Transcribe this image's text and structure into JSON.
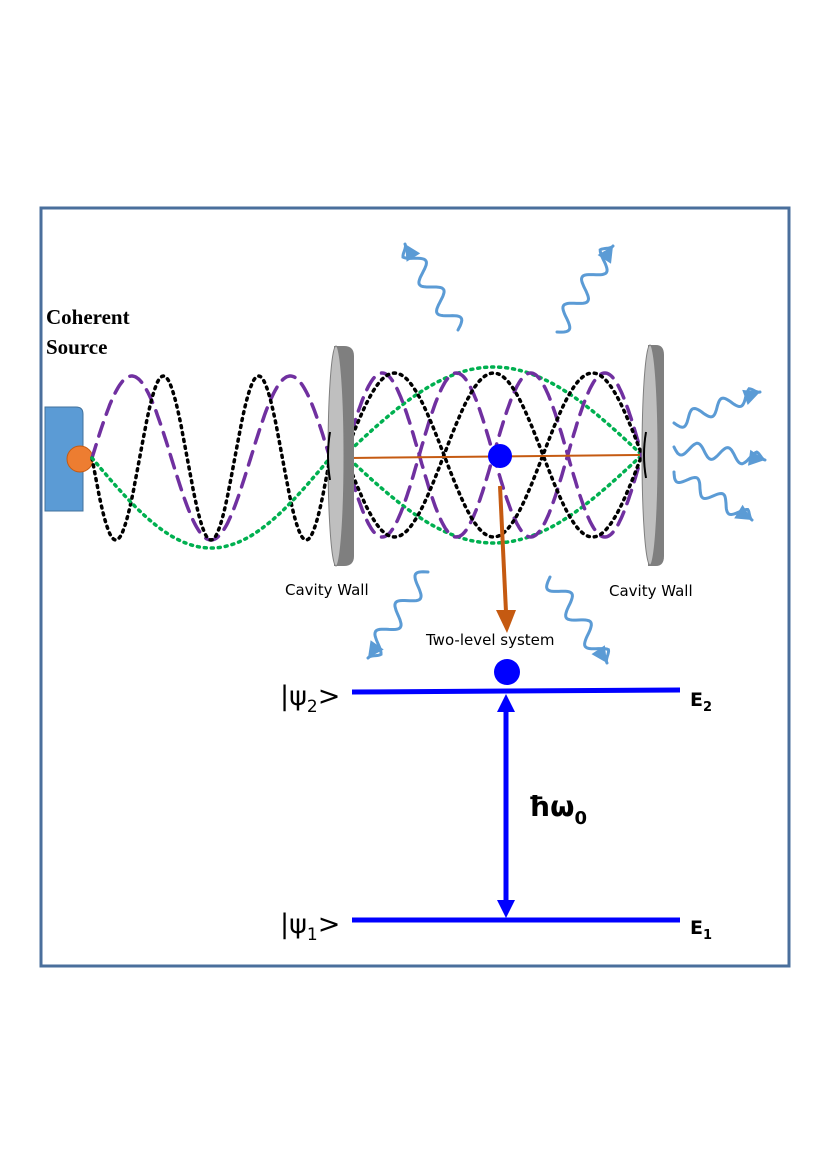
{
  "source": {
    "label_line1": "Coherent",
    "label_line2": "Source"
  },
  "cavity": {
    "left_wall_label": "Cavity Wall",
    "right_wall_label": "Cavity Wall"
  },
  "atom": {
    "label": "Two-level system"
  },
  "levels": {
    "upper_state": {
      "ket_prefix": "|ψ",
      "ket_sub": "2",
      "ket_suffix": ">",
      "energy": "E",
      "energy_sub": "2"
    },
    "lower_state": {
      "ket_prefix": "|ψ",
      "ket_sub": "1",
      "ket_suffix": ">",
      "energy": "E",
      "energy_sub": "1"
    },
    "transition": {
      "symbol": "ħω",
      "sub": "0"
    }
  },
  "colors": {
    "frame": "#4a6f9c",
    "source_block": "#5b9bd5",
    "source_emitter": "#ed7d31",
    "mode_purple": "#7030a0",
    "mode_black": "#000000",
    "mode_green": "#00b050",
    "axis_line": "#c55a11",
    "atom": "#0000ff",
    "levels": "#0000ff",
    "photon": "#5b9bd5",
    "mirror_face": "#a6a6a6",
    "mirror_edge": "#7f7f7f"
  }
}
